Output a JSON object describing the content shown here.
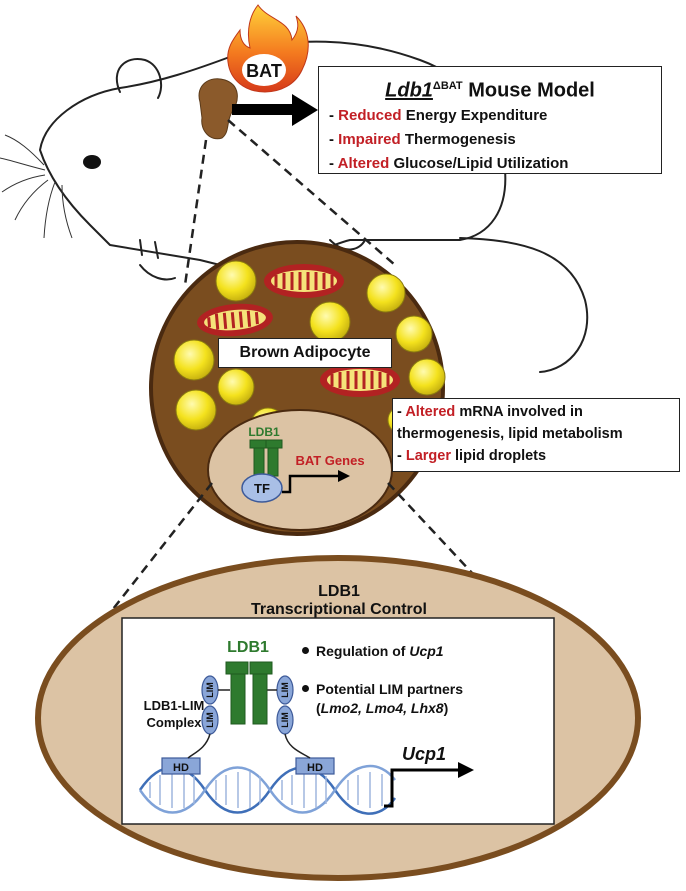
{
  "bat_label": "BAT",
  "model": {
    "gene": "Ldb1",
    "superscript": "ΔBAT",
    "title_rest": "Mouse Model",
    "lines": [
      {
        "prefix": "- ",
        "highlight": "Reduced",
        "rest": " Energy Expenditure"
      },
      {
        "prefix": "- ",
        "highlight": "Impaired",
        "rest": " Thermogenesis"
      },
      {
        "prefix": "- ",
        "highlight": "Altered",
        "rest": " Glucose/Lipid Utilization"
      }
    ]
  },
  "adipocyte": {
    "label": "Brown Adipocyte",
    "nucleus": {
      "ldb1": "LDB1",
      "tf": "TF",
      "genes": "BAT Genes"
    }
  },
  "effects": [
    {
      "prefix": "- ",
      "highlight": "Altered",
      "rest": " mRNA involved in"
    },
    {
      "prefix": "",
      "highlight": "",
      "rest": "thermogenesis, lipid metabolism"
    },
    {
      "prefix": "- ",
      "highlight": "Larger",
      "rest": " lipid droplets"
    }
  ],
  "control": {
    "title_line1": "LDB1",
    "title_line2": "Transcriptional Control",
    "ldb1": "LDB1",
    "complex_line1": "LDB1-LIM",
    "complex_line2": "Complex",
    "lim": "LIM",
    "hd": "HD",
    "ucp1": "Ucp1",
    "bullet1_text": "Regulation of ",
    "bullet1_gene": "Ucp1",
    "bullet2_line1": "Potential LIM partners",
    "bullet2_open": "(",
    "bullet2_genes": "Lmo2, Lmo4, Lhx8",
    "bullet2_close": ")"
  },
  "colors": {
    "bat_tissue": "#8b5a2b",
    "tissue_dark": "#4a2a10",
    "cell_fill": "#7a4d1f",
    "nucleus_fill": "#dcc3a4",
    "lipid": "#f1e21b",
    "mito_outer": "#b22222",
    "mito_inner": "#f5e27a",
    "ldb1_green": "#2e7a2e",
    "lim_blue": "#8aa6d8",
    "highlight_red": "#c21f25",
    "dna_blue": "#3f6fb8"
  }
}
